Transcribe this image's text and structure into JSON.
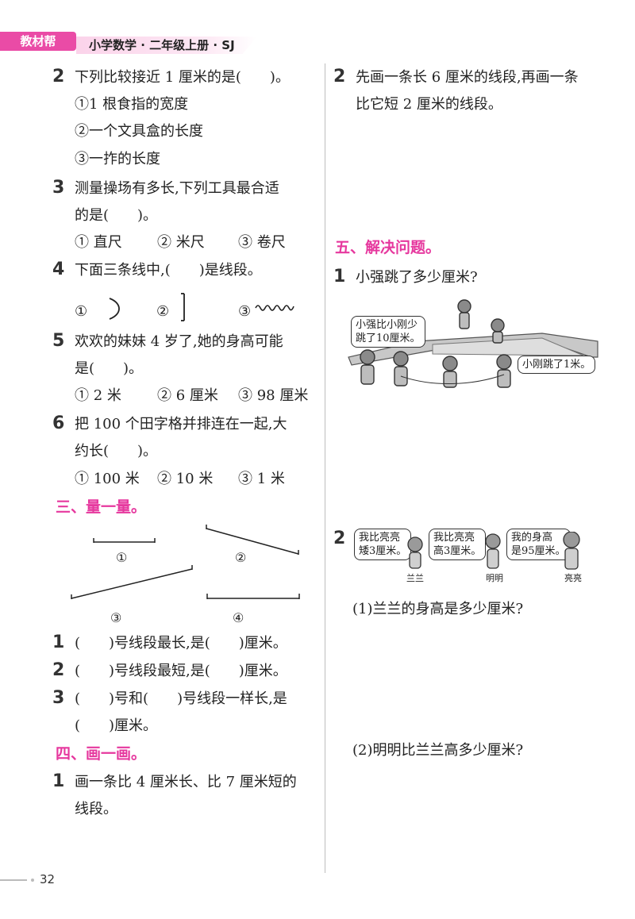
{
  "header": {
    "tab": "教材帮",
    "title": "小学数学 · 二年级上册 · SJ"
  },
  "left": {
    "q2": {
      "num": "2",
      "text": "下列比较接近 1 厘米的是(　　)。",
      "opts": [
        "①1 根食指的宽度",
        "②一个文具盒的长度",
        "③一拃的长度"
      ]
    },
    "q3": {
      "num": "3",
      "line1": "测量操场有多长,下列工具最合适",
      "line2": "的是(　　)。",
      "opts": [
        "① 直尺",
        "② 米尺",
        "③ 卷尺"
      ]
    },
    "q4": {
      "num": "4",
      "text": "下面三条线中,(　　)是线段。",
      "opts": [
        "①",
        "②",
        "③"
      ]
    },
    "q5": {
      "num": "5",
      "line1": "欢欢的妹妹 4 岁了,她的身高可能",
      "line2": "是(　　)。",
      "opts": [
        "① 2 米",
        "② 6 厘米",
        "③ 98 厘米"
      ]
    },
    "q6": {
      "num": "6",
      "line1": "把 100 个田字格并排连在一起,大",
      "line2": "约长(　　)。",
      "opts": [
        "① 100 米",
        "② 10 米",
        "③ 1 米"
      ]
    },
    "sec3": {
      "title": "三、量一量。",
      "labels": [
        "①",
        "②",
        "③",
        "④"
      ],
      "q1": {
        "num": "1",
        "text": "(　　)号线段最长,是(　　)厘米。"
      },
      "q2": {
        "num": "2",
        "text": "(　　)号线段最短,是(　　)厘米。"
      },
      "q3": {
        "num": "3",
        "line1": "(　　)号和(　　)号线段一样长,是",
        "line2": "(　　)厘米。"
      }
    },
    "sec4": {
      "title": "四、画一画。",
      "q1": {
        "num": "1",
        "line1": "画一条比 4 厘米长、比 7 厘米短的",
        "line2": "线段。"
      }
    }
  },
  "right": {
    "q2": {
      "num": "2",
      "line1": "先画一条长 6 厘米的线段,再画一条",
      "line2": "比它短 2 厘米的线段。"
    },
    "sec5": {
      "title": "五、解决问题。",
      "q1": {
        "num": "1",
        "text": "小强跳了多少厘米?",
        "bubble1": [
          "小强比小刚少",
          "跳了10厘米。"
        ],
        "bubble2": "小刚跳了1米。"
      },
      "q2": {
        "num": "2",
        "bubbles": [
          [
            "我比亮亮",
            "矮3厘米。"
          ],
          [
            "我比亮亮",
            "高3厘米。"
          ],
          [
            "我的身高",
            "是95厘米。"
          ]
        ],
        "names": [
          "兰兰",
          "明明",
          "亮亮"
        ],
        "sub1": "(1)兰兰的身高是多少厘米?",
        "sub2": "(2)明明比兰兰高多少厘米?"
      }
    }
  },
  "footer": {
    "page": "32"
  },
  "colors": {
    "accent": "#e6389e",
    "tab": "#ea4ba6"
  }
}
